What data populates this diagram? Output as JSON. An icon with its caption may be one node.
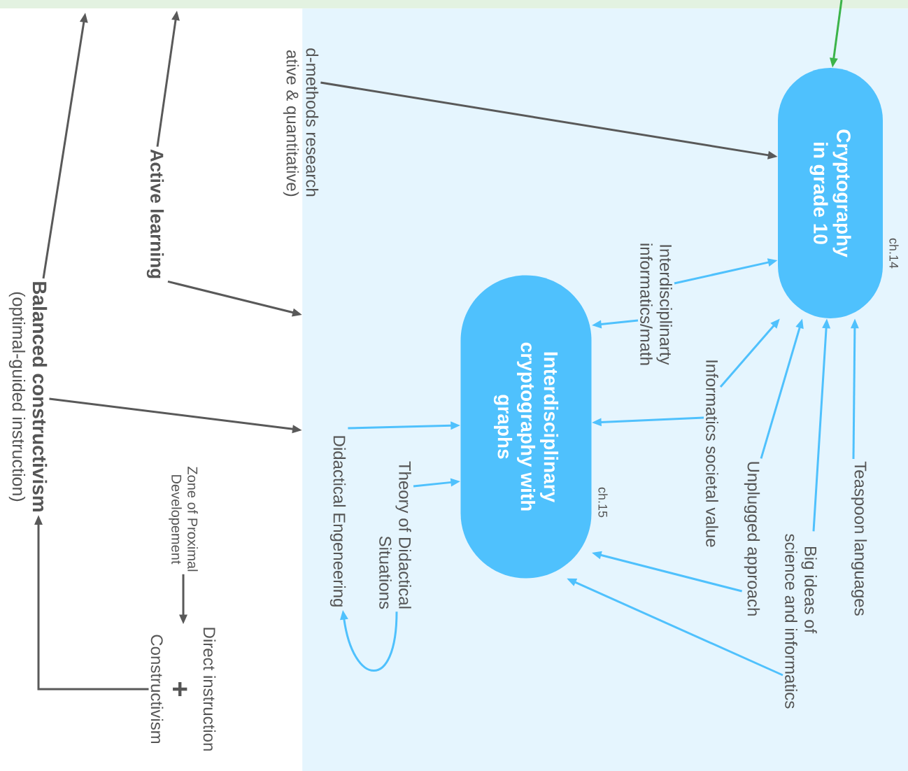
{
  "diagram": {
    "nodes": [
      {
        "text": [],
        "shape": "box"
      },
      {
        "text": [
          "d-methods research ative & quantitative)"
        ]
      },
      {
        "text": [
          "Cryptography in grade 10"
        ],
        "in": 0,
        "beside": [
          "ch.14"
        ]
      },
      {
        "text": [
          "Interdisciplinary cryptography with graphs"
        ],
        "in": 0,
        "beside": [
          "ch.15"
        ]
      },
      {
        "text": [
          "Interdisciplinarty informatics/math"
        ],
        "in": 0
      },
      {
        "text": [
          "Informatics societal value"
        ],
        "in": 0
      },
      {
        "text": [
          "Unplugged approach"
        ],
        "in": 0
      },
      {
        "text": [
          "Big ideas of science and informatics"
        ],
        "in": 0
      },
      {
        "text": [
          "Teaspoon languages"
        ],
        "in": 0
      },
      {
        "text": [
          "Theory of Didactical Situations"
        ],
        "in": 0
      },
      {
        "text": [
          "Didactical Engeneering"
        ],
        "in": 0
      },
      {
        "text": [
          "Active learning"
        ]
      },
      {
        "text": [
          "Balanced constructivism",
          "(optimal-guided instruction)"
        ]
      },
      {
        "text": [
          "Zone of Proximal Developement"
        ]
      },
      {
        "text": [
          "Direct instruction",
          "+",
          "Constructivism"
        ]
      }
    ],
    "edges": [
      {
        "from": null,
        "to": 2,
        "arrow": "to",
        "color": "#3cb44a"
      },
      {
        "from": 1,
        "to": 2,
        "arrow": "to",
        "color": "#595959"
      },
      {
        "from": 11,
        "to": null,
        "arrow": "to",
        "color": "#595959"
      },
      {
        "from": 11,
        "to": 0,
        "arrow": "to",
        "color": "#595959"
      },
      {
        "from": 12,
        "to": null,
        "arrow": "to",
        "color": "#595959"
      },
      {
        "from": 12,
        "to": 0,
        "arrow": "to",
        "color": "#595959"
      },
      {
        "from": 14,
        "to": 12,
        "arrow": "to",
        "color": "#595959"
      },
      {
        "from": 13,
        "to": 14,
        "arrow": "to",
        "color": "#595959"
      },
      {
        "from": 4,
        "to": 2,
        "arrow": "to"
      },
      {
        "from": 4,
        "to": 3,
        "arrow": "to"
      },
      {
        "from": 5,
        "to": 2,
        "arrow": "to"
      },
      {
        "from": 5,
        "to": 3,
        "arrow": "to"
      },
      {
        "from": 6,
        "to": 2,
        "arrow": "to"
      },
      {
        "from": 6,
        "to": 3,
        "arrow": "to"
      },
      {
        "from": 7,
        "to": 2,
        "arrow": "to"
      },
      {
        "from": 7,
        "to": 3,
        "arrow": "to"
      },
      {
        "from": 8,
        "to": 2,
        "arrow": "to"
      },
      {
        "from": 10,
        "to": 3,
        "arrow": "to"
      },
      {
        "from": 9,
        "to": 3,
        "arrow": "to"
      },
      {
        "from": 9,
        "to": 10,
        "arrow": "to"
      }
    ]
  }
}
